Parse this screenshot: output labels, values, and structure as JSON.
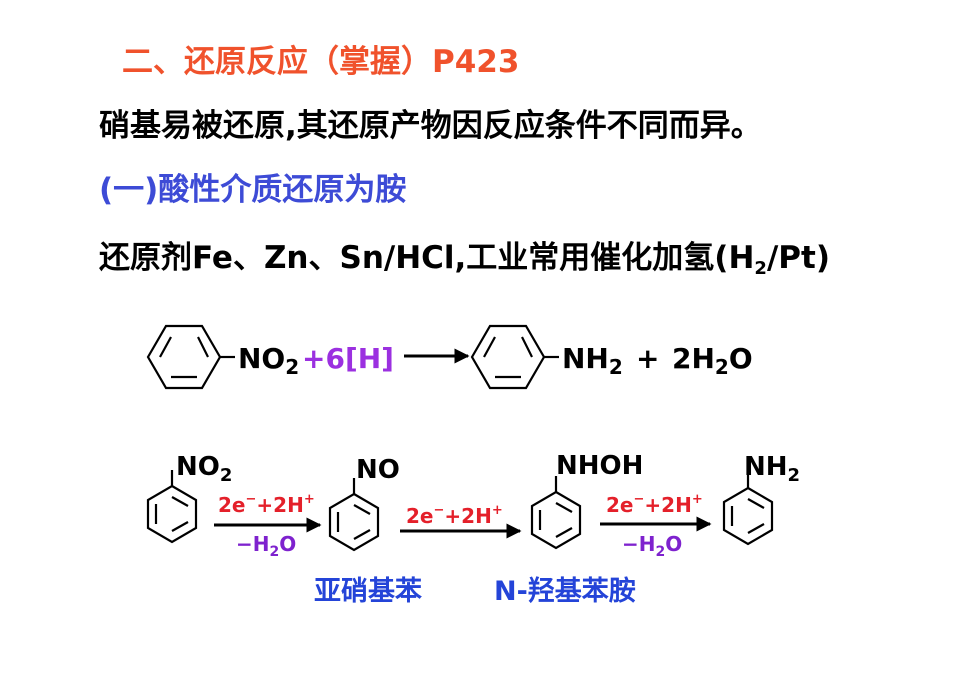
{
  "title": "二、还原反应（掌握）P423",
  "intro": "硝基易被还原,其还原产物因反应条件不同而异。",
  "section_heading": "(一)酸性介质还原为胺",
  "reagents": {
    "before": "还原剂Fe、Zn、Sn/HCl,工业常用催化加氢(H",
    "sub": "2",
    "after": "/Pt)"
  },
  "equation": {
    "reactant_group": {
      "main": "NO",
      "sub": "2"
    },
    "reagent": "+6[H]",
    "product_group": {
      "main": "NH",
      "sub": "2"
    },
    "plus": "+",
    "byproduct": {
      "prefix": "2H",
      "sub": "2",
      "suffix": "O"
    }
  },
  "mechanism": {
    "groups": [
      {
        "main": "NO",
        "sub": "2"
      },
      {
        "main": "NO",
        "sub": ""
      },
      {
        "main": "NHOH",
        "sub": ""
      },
      {
        "main": "NH",
        "sub": "2"
      }
    ],
    "arrow_top": {
      "a": "2e",
      "b": "+2H"
    },
    "arrow_bottom": {
      "a": "−H",
      "sub": "2",
      "b": "O"
    },
    "labels": [
      "亚硝基苯",
      "N-羟基苯胺"
    ]
  },
  "colors": {
    "title": "#f0522c",
    "heading": "#3d4bd6",
    "reagent": "#9b30e0",
    "arrow_top": "#e4202a",
    "arrow_bottom": "#7e22ce",
    "labels": "#2444d8",
    "text": "#000000"
  }
}
